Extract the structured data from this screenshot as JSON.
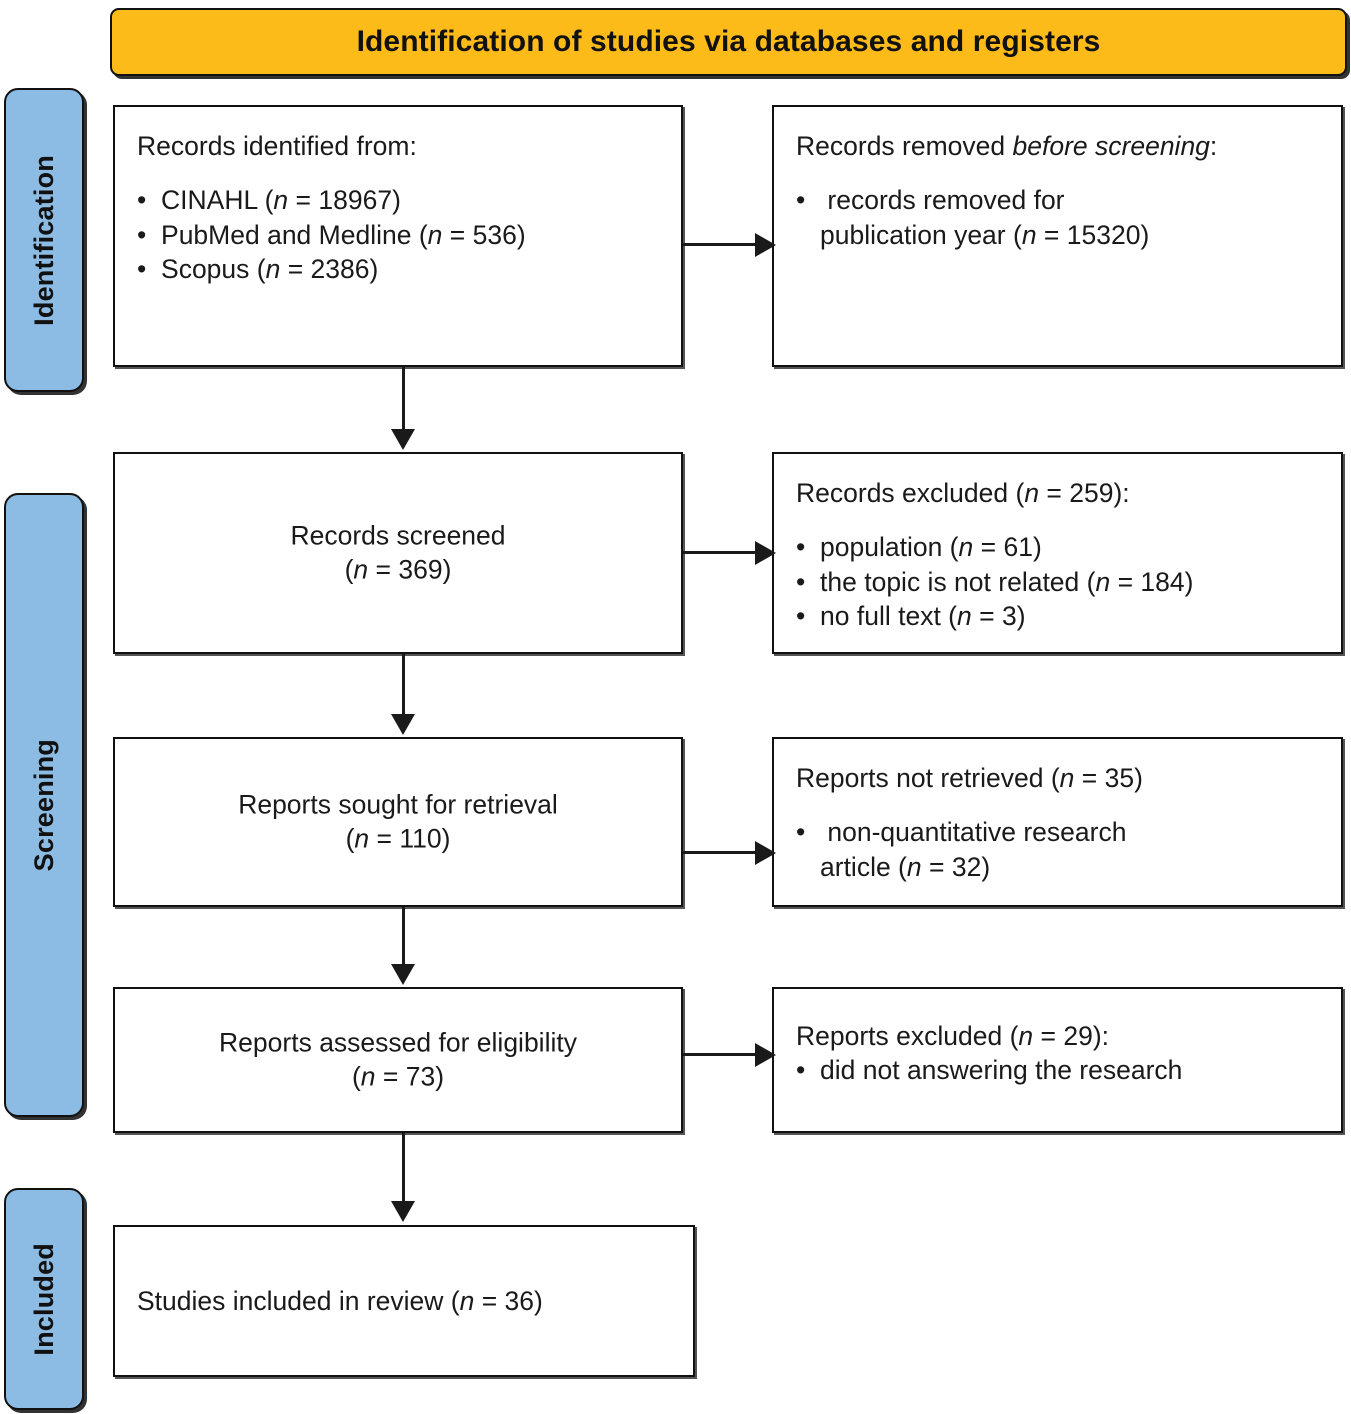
{
  "banner": {
    "title": "Identification of studies via databases and registers"
  },
  "stages": [
    {
      "label": "Identification"
    },
    {
      "label": "Screening"
    },
    {
      "label": "Included"
    }
  ],
  "boxes": {
    "identified": {
      "heading": "Records identified from:",
      "bullets": [
        {
          "text": "CINAHL (",
          "n_label": "n",
          "value": " = 18967)"
        },
        {
          "text": "PubMed and Medline (",
          "n_label": "n",
          "value": " = 536)"
        },
        {
          "text": "Scopus (",
          "n_label": "n",
          "value": " = 2386)"
        }
      ]
    },
    "removed": {
      "heading_pre": "Records removed ",
      "heading_italic": "before screening",
      "heading_post": ":",
      "bullet_line1": "records removed for",
      "bullet_line2_pre": "publication year (",
      "bullet_line2_n": "n",
      "bullet_line2_post": " = 15320)"
    },
    "screened": {
      "line1": "Records screened",
      "line2_pre": "(",
      "line2_n": "n",
      "line2_post": " = 369)"
    },
    "excluded_records": {
      "heading_pre": "Records excluded (",
      "heading_n": "n",
      "heading_post": " = 259):",
      "bullets": [
        {
          "text": "population (",
          "n_label": "n",
          "value": " = 61)"
        },
        {
          "text": "the topic is not related (",
          "n_label": "n",
          "value": " = 184)"
        },
        {
          "text": "no full text (",
          "n_label": "n",
          "value": " = 3)"
        }
      ]
    },
    "sought": {
      "line1": "Reports sought for retrieval",
      "line2_pre": "(",
      "line2_n": "n",
      "line2_post": " = 110)"
    },
    "not_retrieved": {
      "heading_pre": "Reports not retrieved (",
      "heading_n": "n",
      "heading_post": " = 35)",
      "bullet_line1": "non-quantitative research",
      "bullet_line2_pre": "article (",
      "bullet_line2_n": "n",
      "bullet_line2_post": " = 32)"
    },
    "assessed": {
      "line1": "Reports assessed for eligibility",
      "line2_pre": "(",
      "line2_n": "n",
      "line2_post": " = 73)"
    },
    "excluded_reports": {
      "heading_pre": "Reports excluded (",
      "heading_n": "n",
      "heading_post": " = 29):",
      "bullet_line1": "did not answering the research"
    },
    "included": {
      "line_pre": "Studies included in review (",
      "line_n": "n",
      "line_post": " = 36)"
    }
  },
  "colors": {
    "banner_bg": "#FDBB1A",
    "stage_bg": "#8CBCE4",
    "box_bg": "#FFFFFF",
    "stroke": "#111111"
  }
}
